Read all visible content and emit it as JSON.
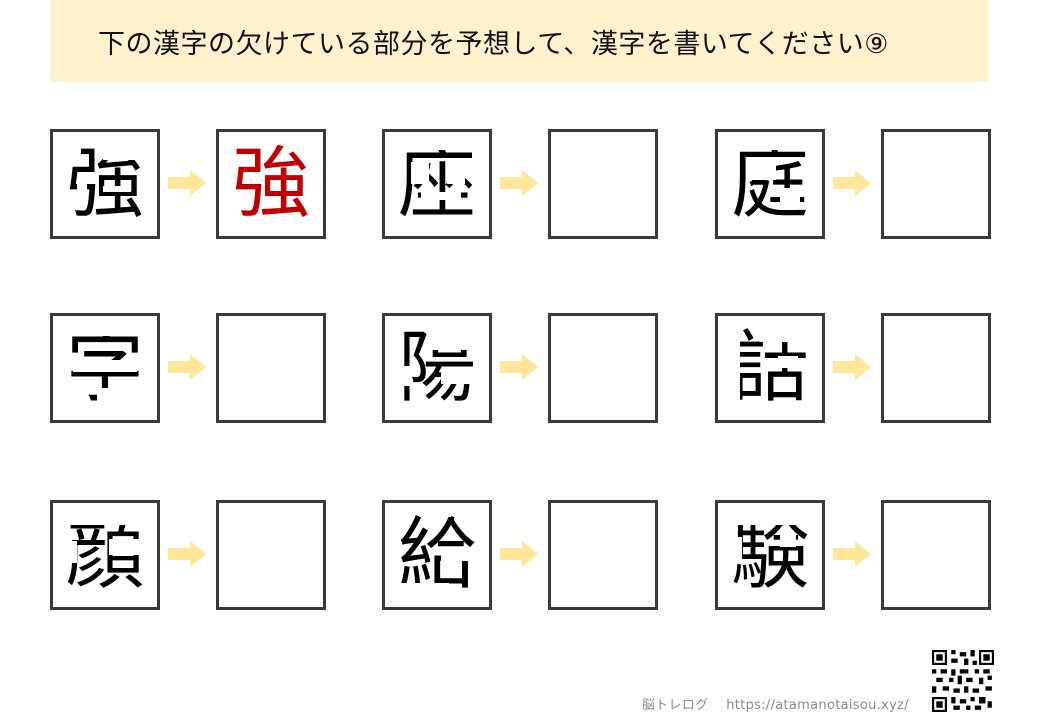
{
  "header": {
    "instruction": "下の漢字の欠けている部分を予想して、漢字を書いてください⑨"
  },
  "puzzles": [
    {
      "partial": "強",
      "answer": "強"
    },
    {
      "partial": "座",
      "answer": ""
    },
    {
      "partial": "庭",
      "answer": ""
    },
    {
      "partial": "字",
      "answer": ""
    },
    {
      "partial": "陽",
      "answer": ""
    },
    {
      "partial": "話",
      "answer": ""
    },
    {
      "partial": "顔",
      "answer": ""
    },
    {
      "partial": "給",
      "answer": ""
    },
    {
      "partial": "験",
      "answer": ""
    }
  ],
  "colors": {
    "header_bg": "#fff2cc",
    "arrow": "#ffe699",
    "answer_text": "#c00000",
    "box_border": "#3a3a3a"
  },
  "icons": {
    "arrow": "arrow-right-icon",
    "qr": "qr-code-icon"
  },
  "footer": {
    "brand": "脳トレログ",
    "url": "https://atamanotaisou.xyz/"
  }
}
